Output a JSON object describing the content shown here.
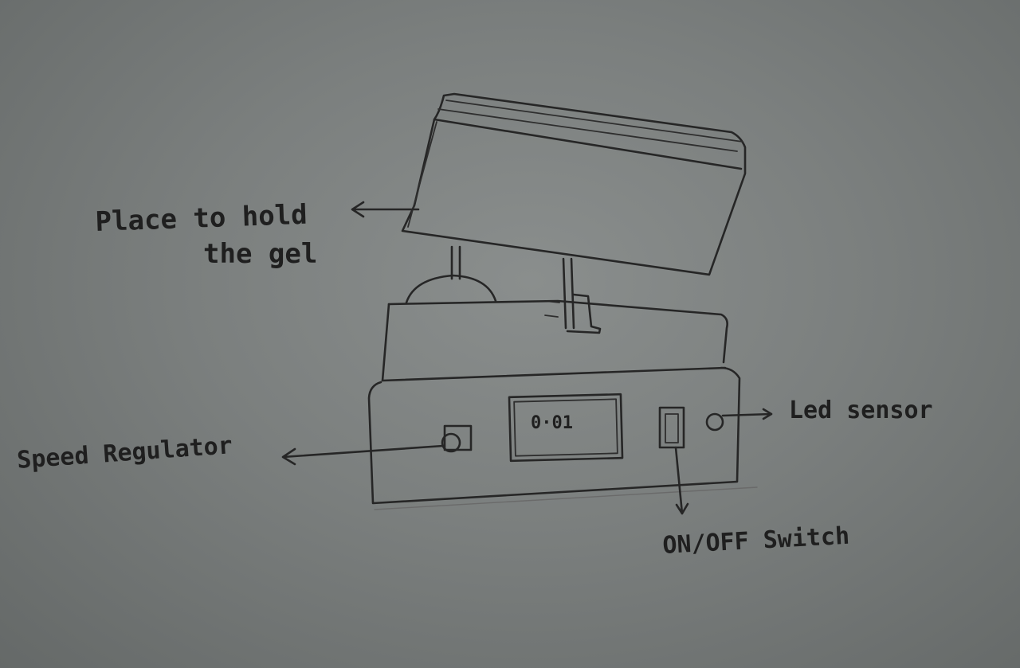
{
  "labels": {
    "gel_holder": [
      "Place to hold",
      "the gel"
    ],
    "speed_regulator": "Speed Regulator",
    "led_sensor": "Led sensor",
    "power_switch": "ON/OFF Switch"
  },
  "display": {
    "reading": "0·01"
  },
  "colors": {
    "paper": "#7b7f7e",
    "pencil": "#262626"
  }
}
